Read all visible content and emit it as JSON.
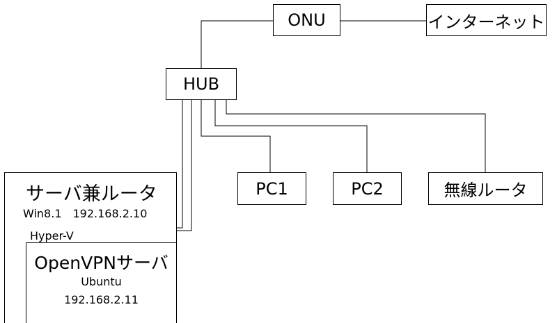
{
  "nodes": {
    "onu": "ONU",
    "internet": "インターネット",
    "hub": "HUB",
    "pc1": "PC1",
    "pc2": "PC2",
    "wireless_router": "無線ルータ"
  },
  "server_router": {
    "title": "サーバ兼ルータ",
    "os_ip": "Win8.1　192.168.2.10",
    "hypervisor": "Hyper-V"
  },
  "vpn_server": {
    "title": "OpenVPNサーバ",
    "os": "Ubuntu",
    "ip": "192.168.2.11"
  }
}
